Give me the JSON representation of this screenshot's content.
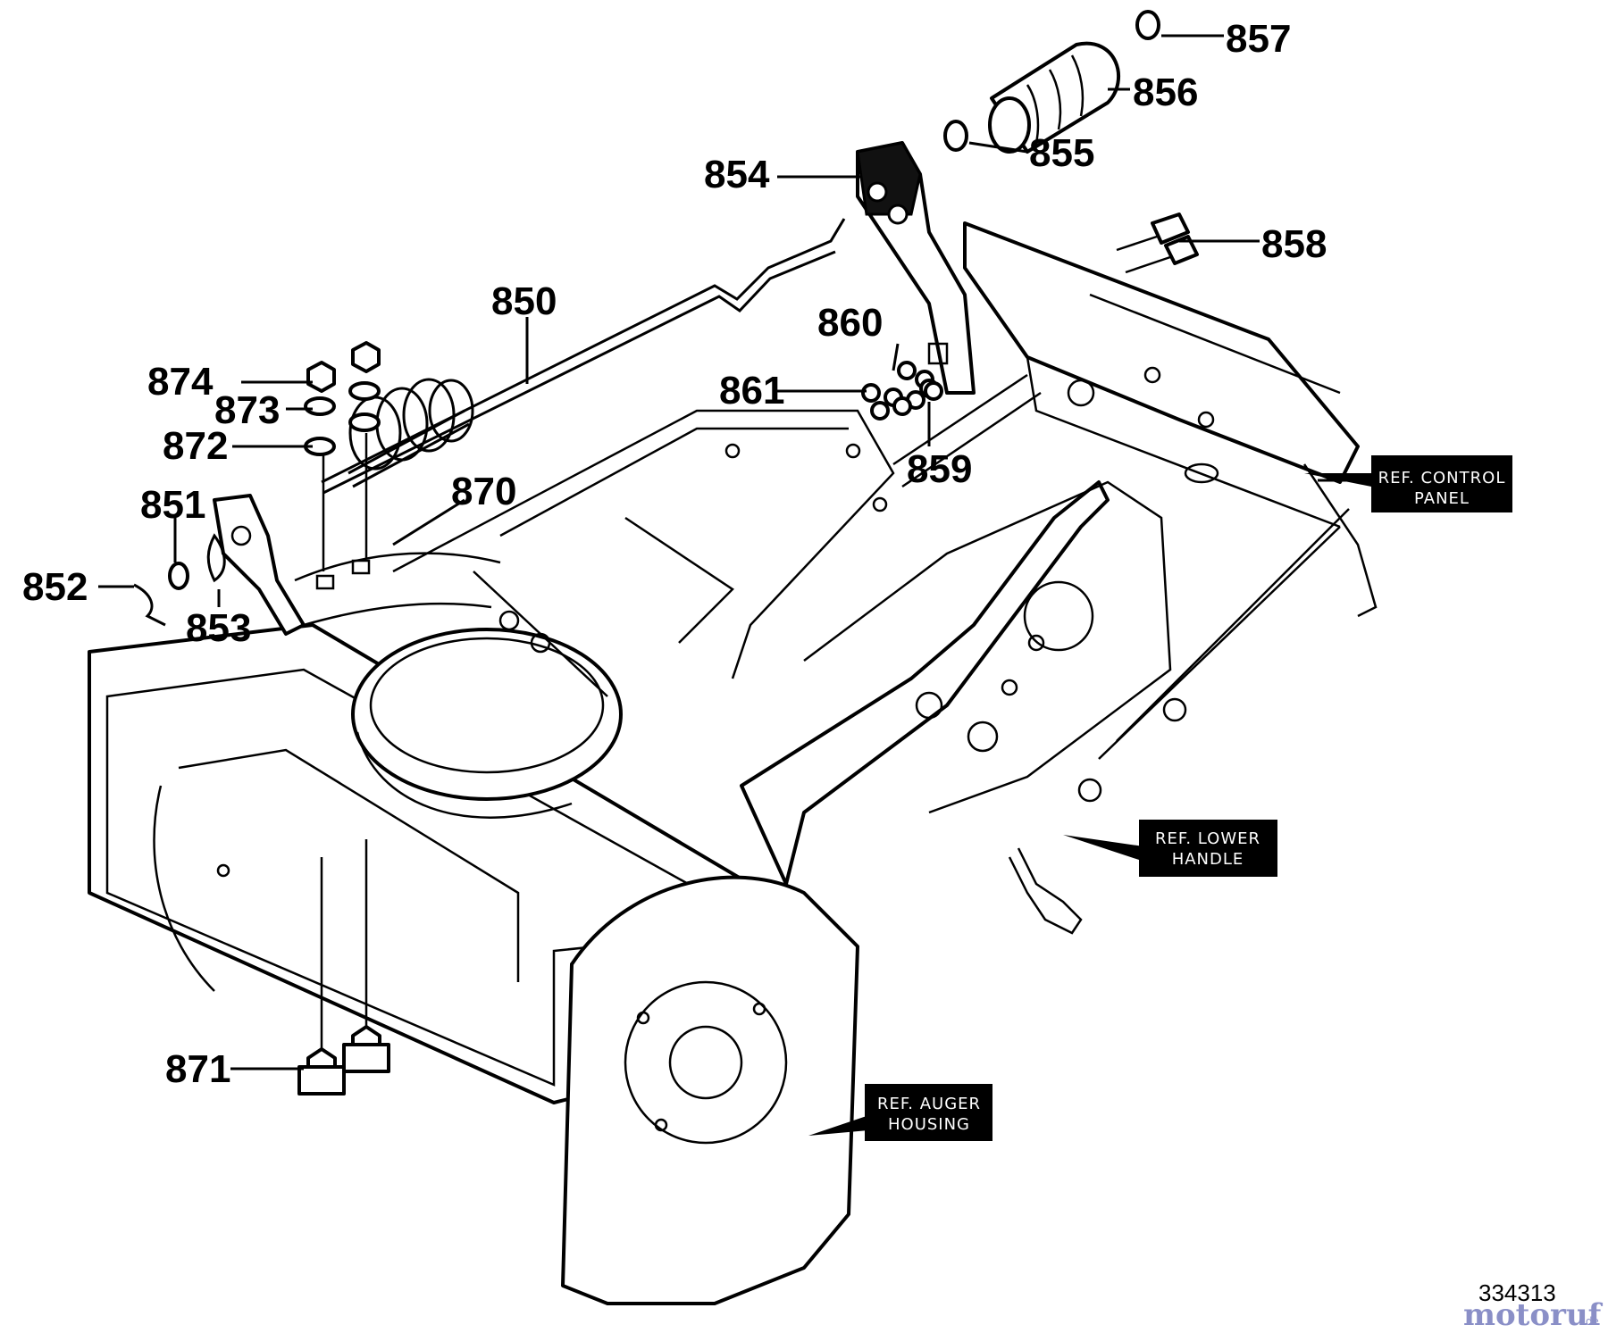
{
  "parts": {
    "p857": "857",
    "p856": "856",
    "p855": "855",
    "p854": "854",
    "p858": "858",
    "p850": "850",
    "p860": "860",
    "p874": "874",
    "p861": "861",
    "p873": "873",
    "p872": "872",
    "p859": "859",
    "p870": "870",
    "p851": "851",
    "p852": "852",
    "p853": "853",
    "p871": "871"
  },
  "refs": {
    "control_panel": [
      "REF. CONTROL",
      "PANEL"
    ],
    "lower_handle": [
      "REF. LOWER",
      "HANDLE"
    ],
    "auger_housing": [
      "REF. AUGER",
      "HOUSING"
    ]
  },
  "drawing_number": "334313",
  "watermark": {
    "brand": "motoruf",
    "suffix": ".de"
  }
}
